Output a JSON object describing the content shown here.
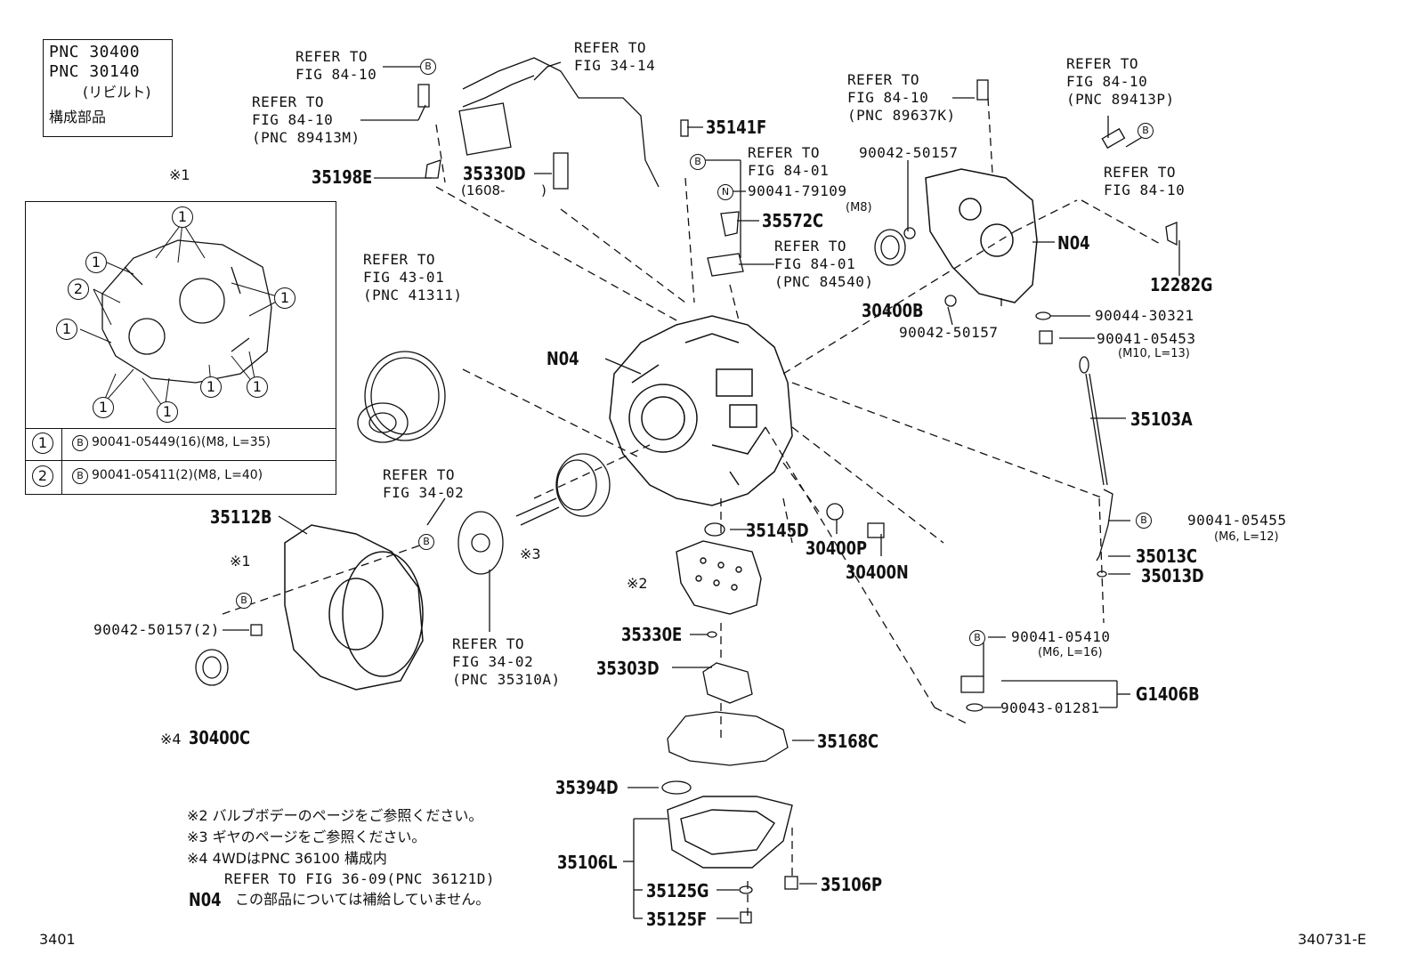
{
  "pnc_box": {
    "line1": "PNC 30400",
    "line2": "PNC 30140",
    "line3": "(リビルト)",
    "line4": "構成部品"
  },
  "detail": {
    "title": "※1",
    "row1": {
      "num": "1",
      "mark": "B",
      "text": "90041-05449(16)(M8, L=35)"
    },
    "row2": {
      "num": "2",
      "mark": "B",
      "text": "90041-05411(2)(M8, L=40)"
    },
    "callout_1": "1",
    "callout_2": "2"
  },
  "refs": {
    "r1": [
      "REFER TO",
      "FIG 84-10"
    ],
    "r2": [
      "REFER TO",
      "FIG 84-10",
      "(PNC 89413M)"
    ],
    "r3": [
      "REFER TO",
      "FIG 34-14"
    ],
    "r4": [
      "REFER TO",
      "FIG 84-10",
      "(PNC 89637K)"
    ],
    "r5": [
      "REFER TO",
      "FIG 84-10",
      "(PNC 89413P)"
    ],
    "r6": [
      "REFER TO",
      "FIG 84-10"
    ],
    "r7": [
      "REFER TO",
      "FIG 84-01"
    ],
    "r8": [
      "REFER TO",
      "FIG 84-01",
      "(PNC 84540)"
    ],
    "r9": [
      "REFER TO",
      "FIG 43-01",
      "(PNC 41311)"
    ],
    "r10": [
      "REFER TO",
      "FIG 34-02"
    ],
    "r11": [
      "REFER TO",
      "FIG 34-02",
      "(PNC 35310A)"
    ]
  },
  "parts": {
    "p35198E": "35198E",
    "p35330D": "35330D",
    "p35330D_note": "(1608-",
    "p35330D_close": ")",
    "p35141F": "35141F",
    "p90041_79109": "90041-79109",
    "p90041_79109_note": "(M8)",
    "p35572C": "35572C",
    "p90042_50157_a": "90042-50157",
    "p30400B": "30400B",
    "p90042_50157_b": "90042-50157",
    "pN04_a": "N04",
    "p12282G": "12282G",
    "p90044_30321": "90044-30321",
    "p90041_05453": "90041-05453",
    "p90041_05453_note": "(M10, L=13)",
    "pN04_b": "N04",
    "p35103A": "35103A",
    "p35112B": "35112B",
    "p35145D": "35145D",
    "p30400P": "30400P",
    "p30400N": "30400N",
    "p90041_05455": "90041-05455",
    "p90041_05455_note": "(M6, L=12)",
    "p35013C": "35013C",
    "p35013D": "35013D",
    "note1_mark": "※1",
    "note2_mark": "※2",
    "note3_mark": "※3",
    "p90042_50157_2": "90042-50157(2)",
    "p35330E": "35330E",
    "p35303D": "35303D",
    "p90041_05410": "90041-05410",
    "p90041_05410_note": "(M6, L=16)",
    "pG1406B": "G1406B",
    "p90043_01281": "90043-01281",
    "note4_mark": "※4",
    "p30400C": "30400C",
    "p35168C": "35168C",
    "p35394D": "35394D",
    "p35106L": "35106L",
    "p35125G": "35125G",
    "p35106P": "35106P",
    "p35125F": "35125F"
  },
  "notes": {
    "n2": "※2 バルブボデーのページをご参照ください。",
    "n3": "※3 ギヤのページをご参照ください。",
    "n4": "※4 4WDはPNC 36100 構成内",
    "n4b": "REFER TO FIG 36-09(PNC 36121D)",
    "n04_code": "N04",
    "n04_text": "この部品については補給していません。"
  },
  "footer": {
    "left": "3401",
    "right": "340731-E"
  },
  "marks": {
    "B": "B",
    "N": "N"
  }
}
